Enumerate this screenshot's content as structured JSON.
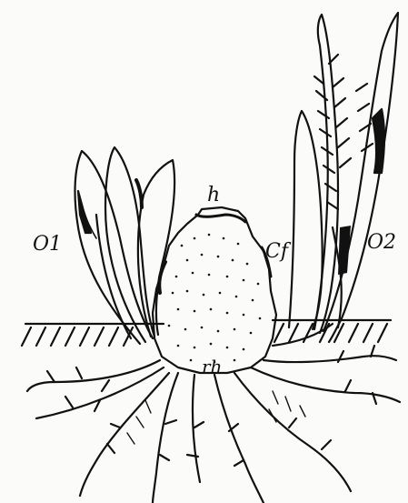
{
  "labels": {
    "o1": "O1",
    "o2": "O2",
    "h": "h",
    "cf": "Cf",
    "rh": "rh"
  },
  "colors": {
    "ink": "#111111",
    "paper": "#fbfbf9"
  }
}
